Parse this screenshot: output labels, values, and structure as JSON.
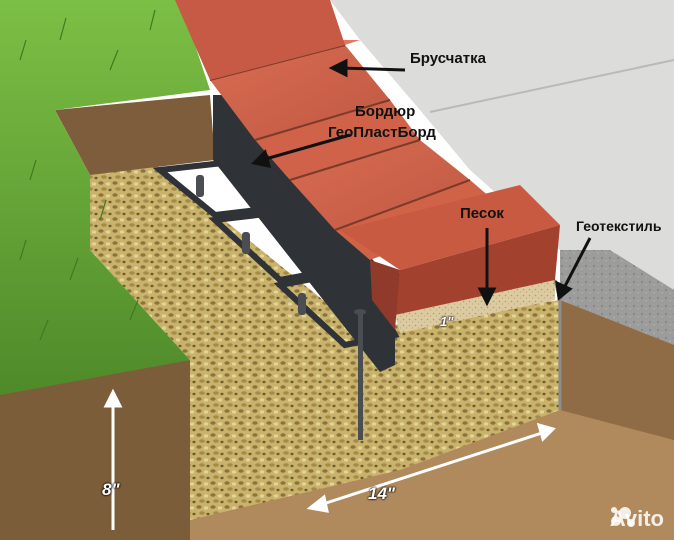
{
  "labels": {
    "paving": "Брусчатка",
    "border_line1": "Бордюр",
    "border_line2": "ГеоПластБорд",
    "sand": "Песок",
    "geotextile": "Геотекстиль"
  },
  "dimensions": {
    "depth": "8\"",
    "width": "14\"",
    "sand_layer": "1\""
  },
  "watermark": {
    "text": "Avito"
  },
  "colors": {
    "brick": "#c1553e",
    "grass": "#6aa83a",
    "soil": "#8a6a45",
    "gravel": "#c8b06a",
    "sand": "#d9c79a",
    "concrete": "#d9d9d6",
    "border_plastic": "#2e3236",
    "geotextile": "#8d8d8d"
  }
}
